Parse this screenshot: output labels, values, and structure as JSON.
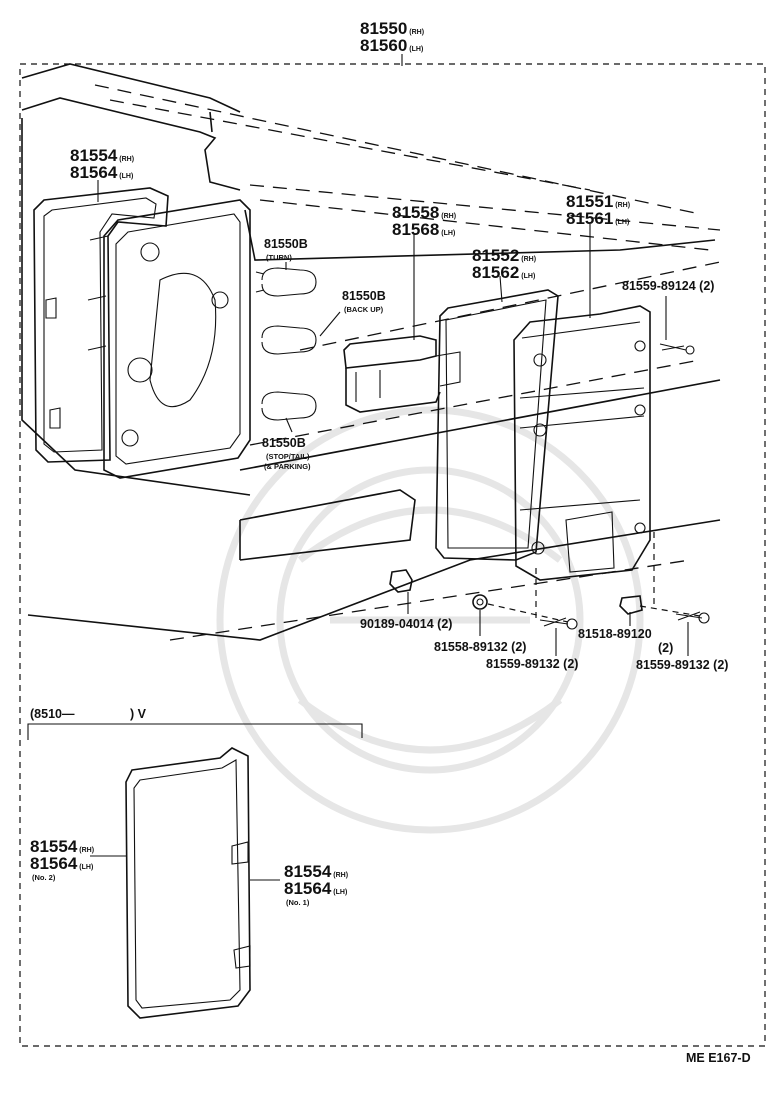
{
  "main_part": {
    "rh": "81550",
    "rh_suffix": "(RH)",
    "lh": "81560",
    "lh_suffix": "(LH)"
  },
  "gasket_upper": {
    "rh": "81554",
    "rh_suffix": "(RH)",
    "lh": "81564",
    "lh_suffix": "(LH)"
  },
  "bulb_turn": {
    "code": "81550B",
    "note": "(TURN)"
  },
  "bulb_backup": {
    "code": "81550B",
    "note": "(BACK UP)"
  },
  "bulb_stop": {
    "code": "81550B",
    "note1": "(STOP/TAIL)",
    "note2": "(& PARKING)"
  },
  "lens_small": {
    "rh": "81558",
    "rh_suffix": "(RH)",
    "lh": "81568",
    "lh_suffix": "(LH)"
  },
  "gasket_lens": {
    "rh": "81552",
    "rh_suffix": "(RH)",
    "lh": "81562",
    "lh_suffix": "(LH)"
  },
  "lens_main": {
    "rh": "81551",
    "rh_suffix": "(RH)",
    "lh": "81561",
    "lh_suffix": "(LH)"
  },
  "screw_top": {
    "code": "81559-89124 (2)"
  },
  "clip": {
    "code": "90189-04014 (2)"
  },
  "nut": {
    "code": "81558-89132 (2)"
  },
  "screw_mid": {
    "code": "81559-89132 (2)"
  },
  "retainer": {
    "code": "81518-89120",
    "qty": "(2)"
  },
  "screw_right": {
    "code": "81559-89132 (2)"
  },
  "variant_range": {
    "open": "(8510—",
    "close": ") V"
  },
  "gasket_no2": {
    "rh": "81554",
    "rh_suffix": "(RH)",
    "lh": "81564",
    "lh_suffix": "(LH)",
    "note": "(No. 2)"
  },
  "gasket_no1": {
    "rh": "81554",
    "rh_suffix": "(RH)",
    "lh": "81564",
    "lh_suffix": "(LH)",
    "note": "(No. 1)"
  },
  "figure_code": "ME E167-D"
}
